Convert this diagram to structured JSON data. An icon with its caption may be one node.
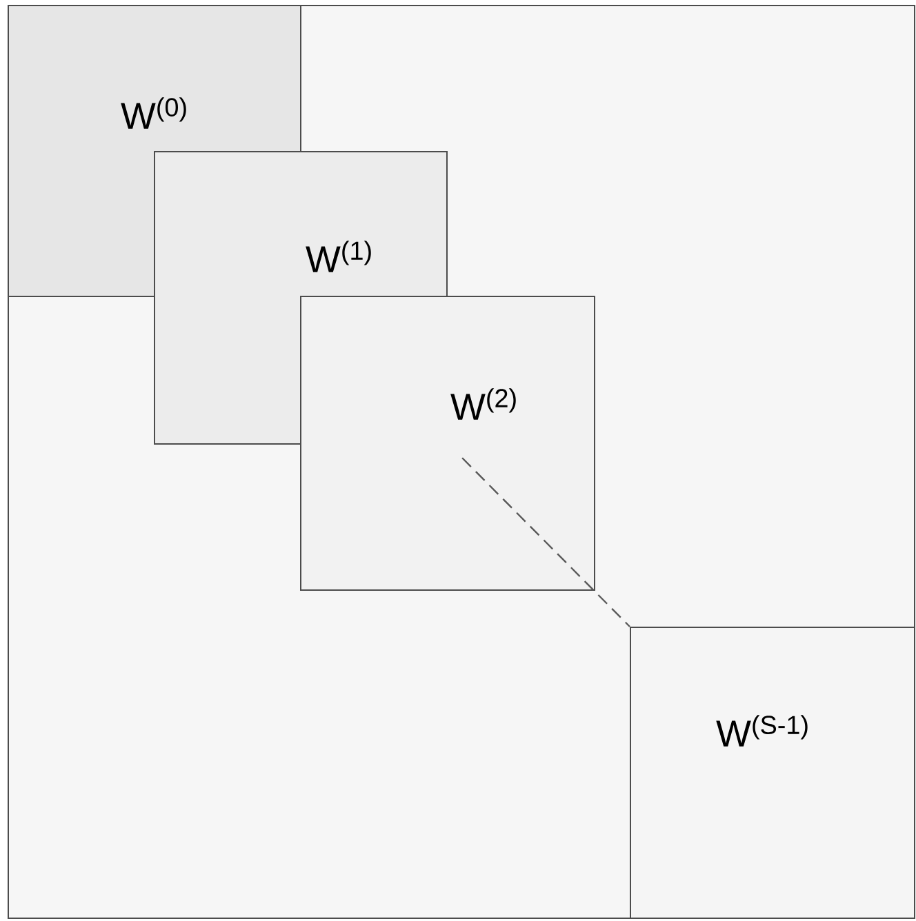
{
  "diagram": {
    "nodes": [
      {
        "text": [],
        "shape": "box"
      },
      {
        "text": [
          "W$^{(0)}$"
        ],
        "in": 0
      },
      {
        "text": [
          "W$^{(1)}$"
        ],
        "in": 0
      },
      {
        "text": [
          "W$^{(2)}$"
        ],
        "in": 0
      },
      {
        "text": [
          "W$^{(S-1)}$"
        ],
        "in": 0
      }
    ],
    "edges": [
      {
        "from": 3,
        "to": 4,
        "arrow": "none",
        "style": "dashed"
      }
    ]
  }
}
